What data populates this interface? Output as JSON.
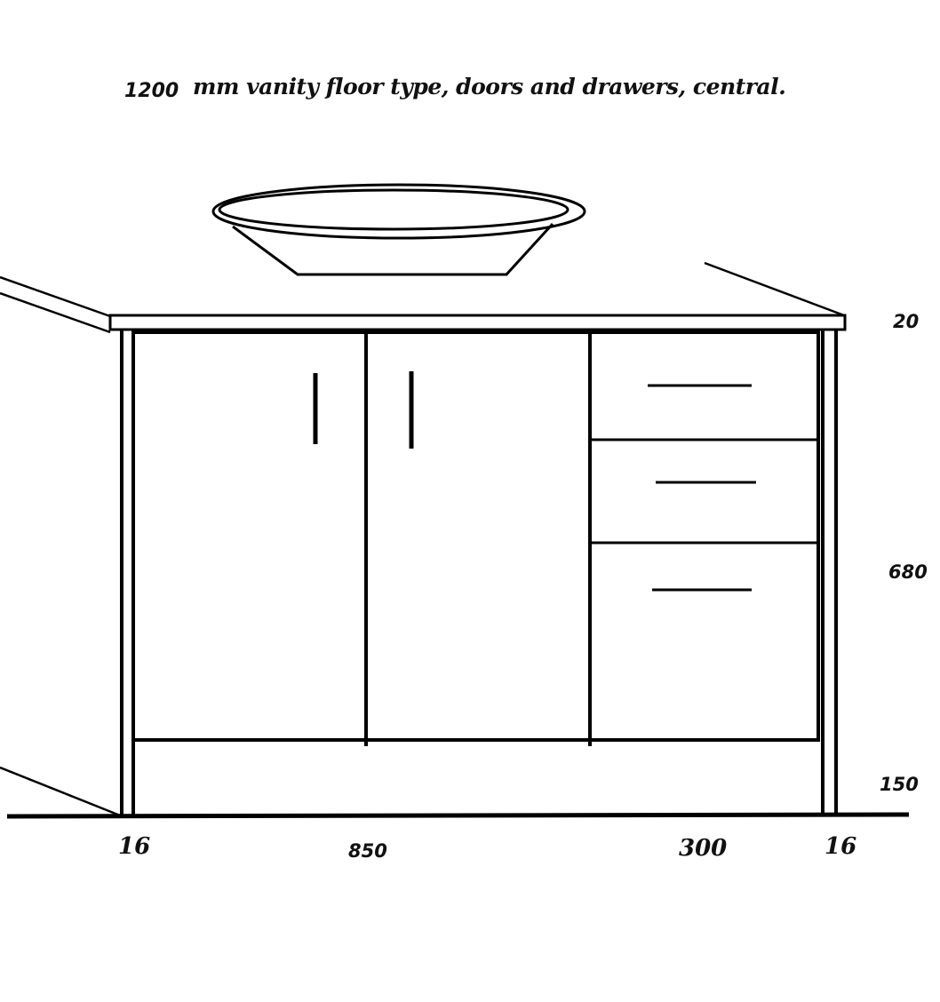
{
  "title": {
    "size": "1200",
    "description": "mm vanity  floor type, doors and drawers, central."
  },
  "dimensions": {
    "benchtop_thickness": "20",
    "body_height": "680",
    "kick_height": "150",
    "left_side": "16",
    "door_section_width": "850",
    "drawer_section_width": "300",
    "right_side": "16"
  }
}
